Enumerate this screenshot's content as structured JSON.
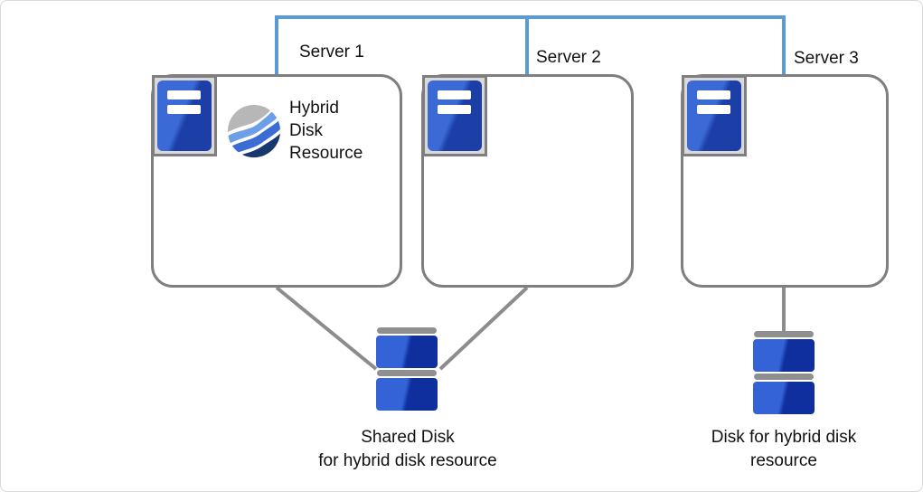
{
  "diagram": {
    "servers": [
      {
        "label": "Server 1"
      },
      {
        "label": "Server 2"
      },
      {
        "label": "Server 3"
      }
    ],
    "resource": {
      "label": "Hybrid\nDisk\nResource",
      "icon": "wave-sphere-icon"
    },
    "disks": [
      {
        "label": "Shared Disk\nfor hybrid disk resource",
        "icon": "stacked-disk-icon"
      },
      {
        "label": "Disk for hybrid disk\nresource",
        "icon": "stacked-disk-icon"
      }
    ],
    "icons": {
      "server": "server-rack-icon",
      "resource": "wave-sphere-icon",
      "disk": "stacked-disk-icon"
    },
    "colors": {
      "connector_blue": "#5b9bd5",
      "connector_gray": "#8c8c8c",
      "box_border": "#7f7f7f",
      "icon_frame_fill": "#d9d9d9",
      "server_blue_light": "#3b69d6",
      "server_blue_dark": "#1b3fa6",
      "disk_blue_light": "#3363d6",
      "disk_blue_dark": "#0f2f9f",
      "disk_cap_gray": "#8f8f8f",
      "wave_gray": "#b7b7b7",
      "wave_light_blue": "#6d9ee8",
      "wave_mid_blue": "#3b6cd4",
      "wave_dark_blue": "#16386e"
    }
  }
}
